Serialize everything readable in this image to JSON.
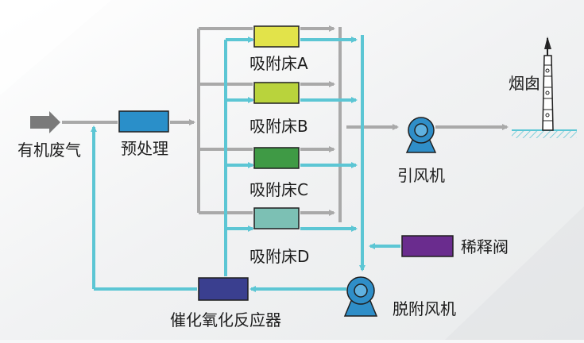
{
  "labels": {
    "input_gas": "有机废气",
    "pretreatment": "预处理",
    "bed_a": "吸附床A",
    "bed_b": "吸附床B",
    "bed_c": "吸附床C",
    "bed_d": "吸附床D",
    "fan": "引风机",
    "chimney": "烟囱",
    "dilution_valve": "稀释阀",
    "catalytic_reactor": "催化氧化反应器",
    "desorption_fan": "脱附风机"
  },
  "colors": {
    "gray_pipe": "#a9a9a9",
    "cyan_pipe": "#5cc6d4",
    "pretreatment": "#2a8fc9",
    "bed_a": "#e2e34a",
    "bed_b": "#b9d33c",
    "bed_c": "#3f9a45",
    "bed_d": "#7cc0b4",
    "dilution_valve": "#6a2c8e",
    "catalytic_reactor": "#3a3f8f",
    "fan": "#2f8ec8"
  },
  "icons": [
    "input-arrow-icon",
    "fan-icon",
    "desorption-fan-icon",
    "chimney-icon",
    "ground-hatch-icon"
  ]
}
